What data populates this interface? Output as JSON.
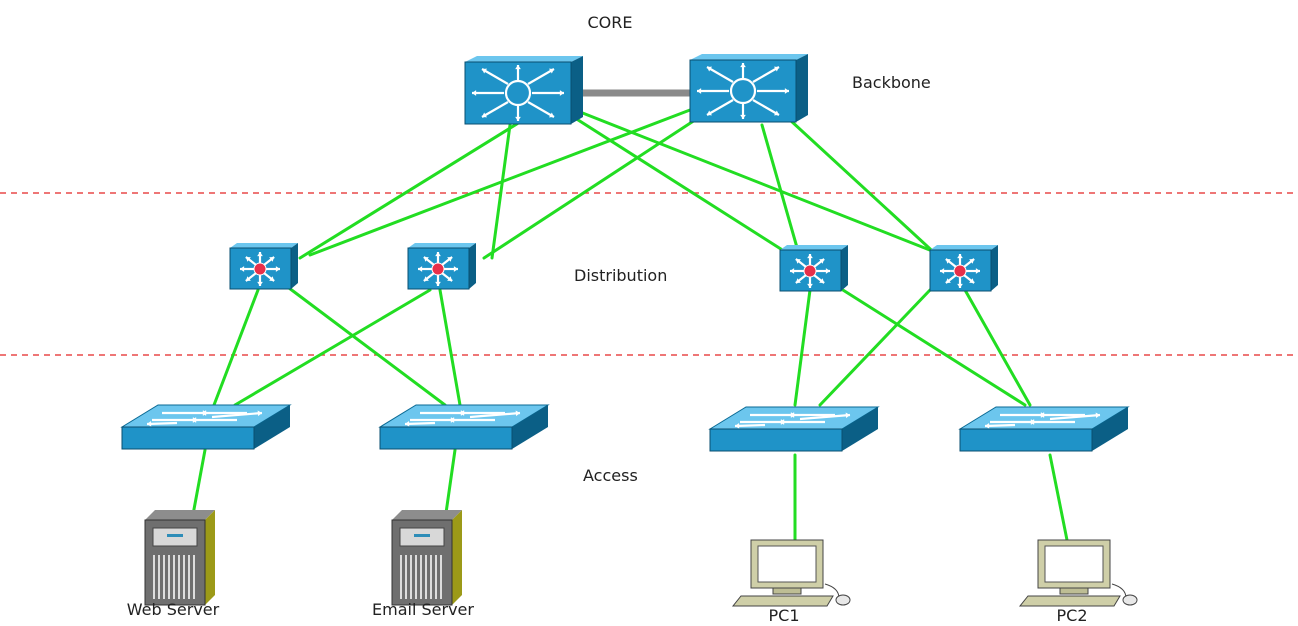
{
  "labels": {
    "core": "CORE",
    "backbone": "Backbone",
    "distribution": "Distribution",
    "access": "Access"
  },
  "devices": {
    "web_server": "Web Server",
    "email_server": "Email Server",
    "pc1": "PC1",
    "pc2": "PC2"
  },
  "colors": {
    "link": "#22dd22",
    "core_link": "#8a8a8a",
    "boundary": "#e84848",
    "device": "#1f93c8",
    "device_dark": "#0b5f86",
    "device_light": "#6cc6ee",
    "server": "#6f6f6f",
    "server_side": "#9c9a18"
  },
  "icons": {
    "core_switch": "layer3-core-switch-icon",
    "distribution_switch": "multilayer-switch-icon",
    "access_switch": "workgroup-switch-icon",
    "server": "server-tower-icon",
    "pc": "workstation-pc-icon"
  }
}
